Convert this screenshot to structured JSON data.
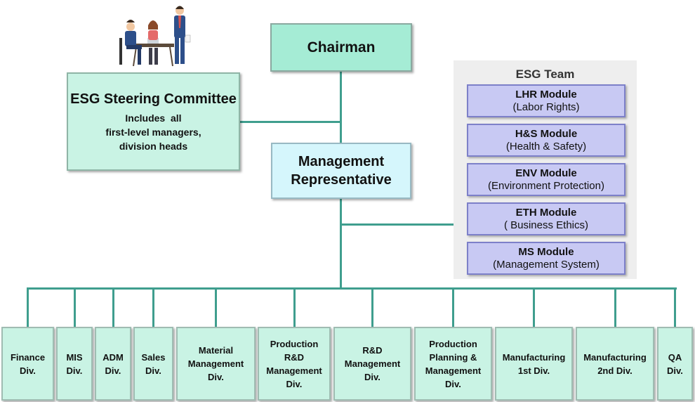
{
  "colors": {
    "connector": "#3f9e8e",
    "box_fill": "#c9f3e4",
    "chairman_fill": "#a5ecd5",
    "rep_fill": "#d5f6fc",
    "module_fill": "#c8c9f3",
    "module_border": "#7d80c9"
  },
  "chairman": {
    "label": "Chairman"
  },
  "steering_committee": {
    "title": "ESG Steering Committee",
    "lines": [
      "Includes  all",
      "first-level managers,",
      "division heads"
    ]
  },
  "management_rep": {
    "lines": [
      "Management",
      "Representative"
    ]
  },
  "esg_team": {
    "title": "ESG Team",
    "modules": [
      {
        "name": "LHR Module",
        "desc": "(Labor Rights)"
      },
      {
        "name": "H&S Module",
        "desc": "(Health & Safety)"
      },
      {
        "name": "ENV Module",
        "desc": "(Environment Protection)"
      },
      {
        "name": "ETH Module",
        "desc": "( Business Ethics)"
      },
      {
        "name": "MS Module",
        "desc": "(Management System)"
      }
    ]
  },
  "divisions": [
    {
      "lines": [
        "Finance",
        "Div."
      ]
    },
    {
      "lines": [
        "MIS",
        "Div."
      ]
    },
    {
      "lines": [
        "ADM",
        "Div."
      ]
    },
    {
      "lines": [
        "Sales",
        "Div."
      ]
    },
    {
      "lines": [
        "Material",
        "Management",
        "Div."
      ]
    },
    {
      "lines": [
        "Production",
        "R&D",
        "Management",
        "Div."
      ]
    },
    {
      "lines": [
        "R&D",
        "Management",
        "Div."
      ]
    },
    {
      "lines": [
        "Production",
        "Planning &",
        "Management",
        "Div."
      ]
    },
    {
      "lines": [
        "Manufacturing",
        "1st Div."
      ]
    },
    {
      "lines": [
        "Manufacturing",
        "2nd Div."
      ]
    },
    {
      "lines": [
        "QA",
        "Div."
      ]
    }
  ],
  "illustration": {
    "icon": "meeting-people-icon"
  }
}
